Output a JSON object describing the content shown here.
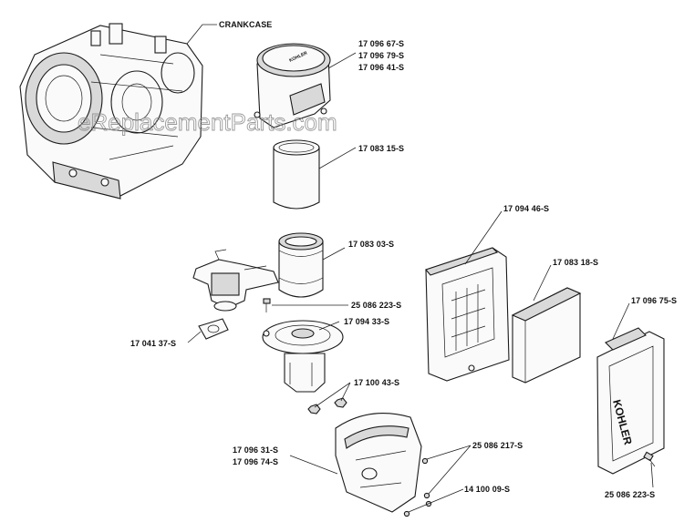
{
  "watermark": "eReplacementParts.com",
  "labels": {
    "crankcase": "CRANKCASE",
    "lbl_17096_67": "17 096 67-S",
    "lbl_17096_79": "17 096 79-S",
    "lbl_17096_41": "17 096 41-S",
    "lbl_17083_15": "17 083 15-S",
    "lbl_17083_03": "17 083 03-S",
    "lbl_25086_223_a": "25 086 223-S",
    "lbl_17094_33": "17 094 33-S",
    "lbl_17041_37": "17 041 37-S",
    "lbl_17100_43": "17 100 43-S",
    "lbl_17094_46": "17 094 46-S",
    "lbl_17083_18": "17 083 18-S",
    "lbl_17096_75": "17 096 75-S",
    "lbl_17096_31": "17 096 31-S",
    "lbl_17096_74": "17 096 74-S",
    "lbl_25086_217": "25 086 217-S",
    "lbl_14100_09": "14 100 09-S",
    "lbl_25086_223_b": "25 086 223-S"
  },
  "logos": {
    "kohler_cover": "KOHLER",
    "kohler_top": "KOHLER"
  }
}
